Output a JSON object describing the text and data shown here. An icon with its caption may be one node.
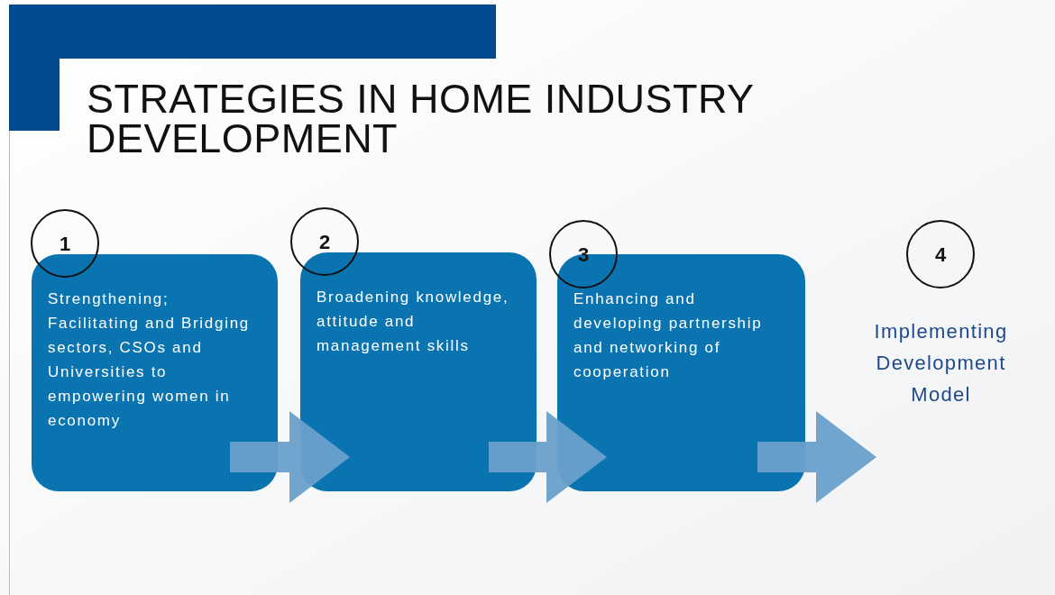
{
  "diagram": {
    "title": "STRATEGIES IN HOME INDUSTRY DEVELOPMENT",
    "nodes": [
      {
        "text": [
          "1"
        ]
      },
      {
        "text": [
          "Strengthening; Facilitating and Bridging sectors, CSOs and Universities to empowering women in economy"
        ]
      },
      {
        "text": [
          "2"
        ]
      },
      {
        "text": [
          "Broadening knowledge, attitude and management skills"
        ]
      },
      {
        "text": [
          "3"
        ]
      },
      {
        "text": [
          "Enhancing and developing partnership and networking of cooperation"
        ]
      },
      {
        "text": [
          "4"
        ]
      },
      {
        "text": [
          "Implementing Development Model"
        ]
      }
    ],
    "edges": [
      {
        "from": 1,
        "to": 3,
        "arrow": "to",
        "style": "thick"
      },
      {
        "from": 3,
        "to": 5,
        "arrow": "to",
        "style": "thick"
      },
      {
        "from": 5,
        "to": 7,
        "arrow": "to",
        "style": "thick"
      }
    ]
  }
}
